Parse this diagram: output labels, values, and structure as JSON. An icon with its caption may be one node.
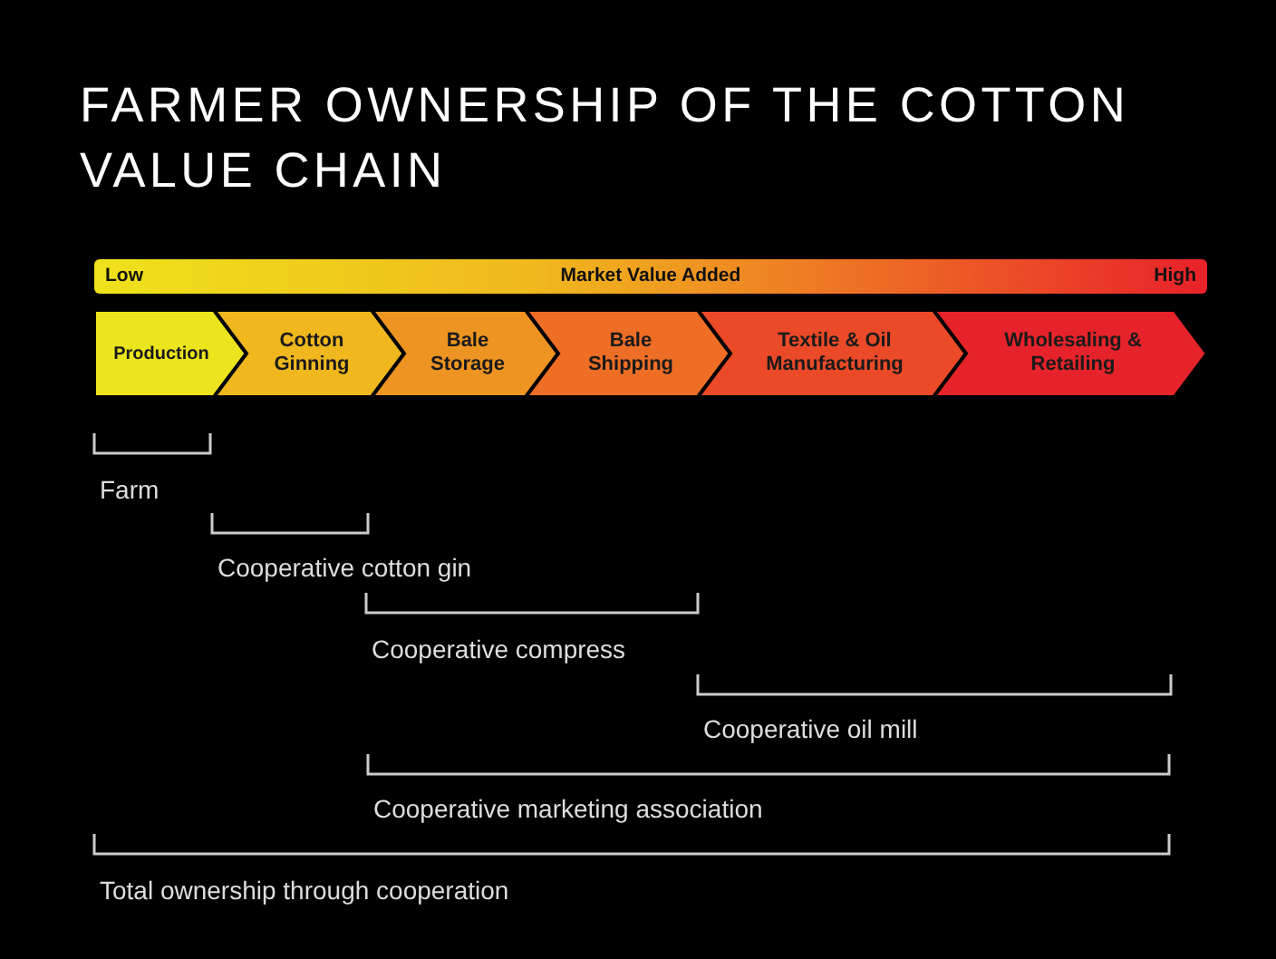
{
  "diagram": {
    "title": "FARMER OWNERSHIP OF THE COTTON VALUE CHAIN",
    "nodes": [
      {
        "text": [
          "Production"
        ]
      },
      {
        "text": [
          "Cotton Ginning"
        ]
      },
      {
        "text": [
          "Bale Storage"
        ]
      },
      {
        "text": [
          "Bale Shipping"
        ]
      },
      {
        "text": [
          "Textile & Oil Manufacturing"
        ]
      },
      {
        "text": [
          "Wholesaling & Retailing"
        ]
      }
    ],
    "labels": [
      "Low",
      "Market Value Added",
      "High",
      "Farm",
      "Cooperative cotton gin",
      "Cooperative compress",
      "Cooperative oil mill",
      "Cooperative marketing association",
      "Total ownership through cooperation"
    ]
  }
}
